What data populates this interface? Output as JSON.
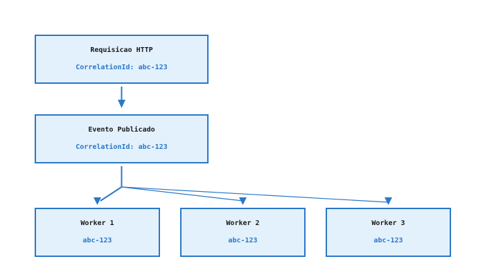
{
  "diagram": {
    "colors": {
      "accent": "#2a78c6",
      "node_fill": "#e3f1fc",
      "title_text": "#1a1a1a",
      "background": "#ffffff"
    },
    "request_node": {
      "title": "Requisicao HTTP",
      "subtitle": "CorrelationId: abc-123"
    },
    "event_node": {
      "title": "Evento Publicado",
      "subtitle": "CorrelationId: abc-123"
    },
    "workers": [
      {
        "title": "Worker 1",
        "subtitle": "abc-123"
      },
      {
        "title": "Worker 2",
        "subtitle": "abc-123"
      },
      {
        "title": "Worker 3",
        "subtitle": "abc-123"
      }
    ]
  }
}
